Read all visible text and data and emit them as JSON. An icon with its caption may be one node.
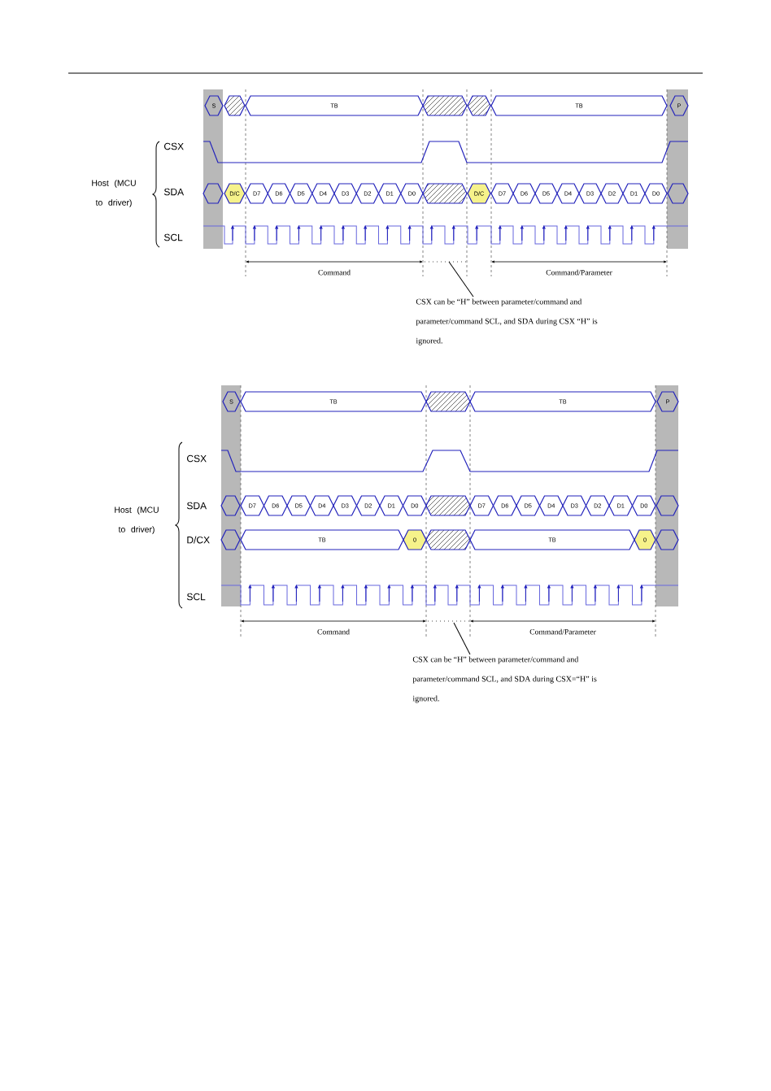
{
  "diagram": {
    "nodes": [
      {
        "text": [
          "S"
        ]
      },
      {
        "text": [
          "TB"
        ]
      },
      {
        "text": [
          "TB"
        ]
      },
      {
        "text": [
          "P"
        ]
      },
      {
        "text": [],
        "shape": "hexagon"
      },
      {
        "text": [
          "D/C"
        ]
      },
      {
        "text": [
          "D7"
        ]
      },
      {
        "text": [
          "D6"
        ]
      },
      {
        "text": [
          "D5"
        ]
      },
      {
        "text": [
          "D4"
        ]
      },
      {
        "text": [
          "D3"
        ]
      },
      {
        "text": [
          "D2"
        ]
      },
      {
        "text": [
          "D1"
        ]
      },
      {
        "text": [
          "D0"
        ]
      },
      {
        "text": [
          "D/C"
        ]
      },
      {
        "text": [
          "D7"
        ]
      },
      {
        "text": [
          "D6"
        ]
      },
      {
        "text": [
          "D5"
        ]
      },
      {
        "text": [
          "D4"
        ]
      },
      {
        "text": [
          "D3"
        ]
      },
      {
        "text": [
          "D2"
        ]
      },
      {
        "text": [
          "D1"
        ]
      },
      {
        "text": [
          "D0"
        ]
      },
      {
        "text": [],
        "shape": "hexagon"
      },
      {
        "text": [
          "CSX can be “H” between parameter/command and parameter/command SCL, and SDA during CSX “H” is ignored."
        ]
      },
      {
        "text": [
          "S"
        ]
      },
      {
        "text": [
          "TB"
        ]
      },
      {
        "text": [
          "TB"
        ]
      },
      {
        "text": [
          "P"
        ]
      },
      {
        "text": [],
        "shape": "hexagon"
      },
      {
        "text": [
          "D7"
        ]
      },
      {
        "text": [
          "D6"
        ]
      },
      {
        "text": [
          "D5"
        ]
      },
      {
        "text": [
          "D4"
        ]
      },
      {
        "text": [
          "D3"
        ]
      },
      {
        "text": [
          "D2"
        ]
      },
      {
        "text": [
          "D1"
        ]
      },
      {
        "text": [
          "D0"
        ]
      },
      {
        "text": [
          "D7"
        ]
      },
      {
        "text": [
          "D6"
        ]
      },
      {
        "text": [
          "D5"
        ]
      },
      {
        "text": [
          "D4"
        ]
      },
      {
        "text": [
          "D3"
        ]
      },
      {
        "text": [
          "D2"
        ]
      },
      {
        "text": [
          "D1"
        ]
      },
      {
        "text": [
          "D0"
        ]
      },
      {
        "text": [],
        "shape": "hexagon"
      },
      {
        "text": [],
        "shape": "hexagon"
      },
      {
        "text": [
          "TB"
        ]
      },
      {
        "text": [
          "0"
        ]
      },
      {
        "text": [
          "TB"
        ]
      },
      {
        "text": [
          "0"
        ]
      },
      {
        "text": [],
        "shape": "hexagon"
      },
      {
        "text": [
          "CSX can be “H” between parameter/command and parameter/command SCL, and SDA during CSX=“H” is ignored."
        ]
      }
    ],
    "edges": [
      {
        "from": 24,
        "to": null,
        "arrow": "none"
      },
      {
        "from": 53,
        "to": null,
        "arrow": "none"
      }
    ],
    "labels": [
      "Host (MCU to driver)",
      "CSX",
      "SDA",
      "SCL",
      "Command",
      "Command/Parameter",
      "Host (MCU to driver)",
      "CSX",
      "SDA",
      "D/CX",
      "SCL",
      "Command",
      "Command/Parameter"
    ]
  }
}
